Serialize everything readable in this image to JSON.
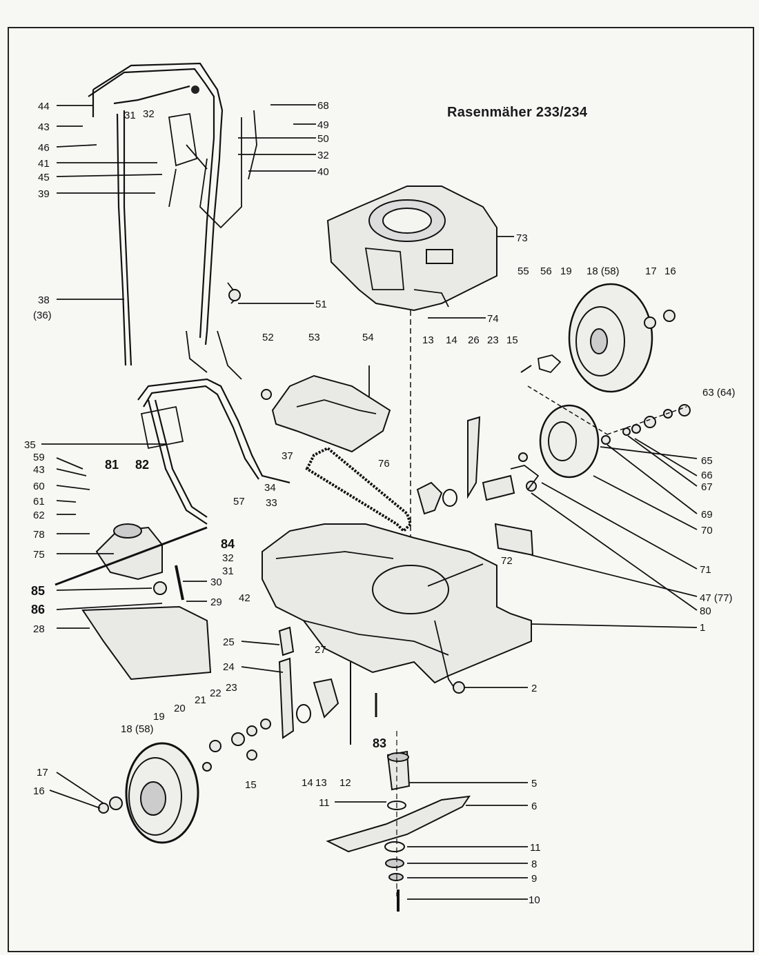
{
  "title": "Rasenmäher 233/234",
  "callouts": [
    {
      "id": "c44",
      "text": "44"
    },
    {
      "id": "c43a",
      "text": "43"
    },
    {
      "id": "c46",
      "text": "46"
    },
    {
      "id": "c41",
      "text": "41"
    },
    {
      "id": "c45",
      "text": "45"
    },
    {
      "id": "c39",
      "text": "39"
    },
    {
      "id": "c31a",
      "text": "31"
    },
    {
      "id": "c32a",
      "text": "32"
    },
    {
      "id": "c68",
      "text": "68"
    },
    {
      "id": "c49",
      "text": "49"
    },
    {
      "id": "c50",
      "text": "50"
    },
    {
      "id": "c32b",
      "text": "32"
    },
    {
      "id": "c40",
      "text": "40"
    },
    {
      "id": "c73",
      "text": "73"
    },
    {
      "id": "c38",
      "text": "38"
    },
    {
      "id": "c36",
      "text": "(36)"
    },
    {
      "id": "c51",
      "text": "51"
    },
    {
      "id": "c74",
      "text": "74"
    },
    {
      "id": "c55",
      "text": "55"
    },
    {
      "id": "c56",
      "text": "56"
    },
    {
      "id": "c19a",
      "text": "19"
    },
    {
      "id": "c18a",
      "text": "18 (58)"
    },
    {
      "id": "c17a",
      "text": "17"
    },
    {
      "id": "c16a",
      "text": "16"
    },
    {
      "id": "c52",
      "text": "52"
    },
    {
      "id": "c53",
      "text": "53"
    },
    {
      "id": "c54",
      "text": "54"
    },
    {
      "id": "c13a",
      "text": "13"
    },
    {
      "id": "c14a",
      "text": "14"
    },
    {
      "id": "c26",
      "text": "26"
    },
    {
      "id": "c23a",
      "text": "23"
    },
    {
      "id": "c15a",
      "text": "15"
    },
    {
      "id": "c63",
      "text": "63 (64)"
    },
    {
      "id": "c35",
      "text": "35"
    },
    {
      "id": "c59",
      "text": "59"
    },
    {
      "id": "c43b",
      "text": "43"
    },
    {
      "id": "c60",
      "text": "60"
    },
    {
      "id": "c61",
      "text": "61"
    },
    {
      "id": "c62",
      "text": "62"
    },
    {
      "id": "c78",
      "text": "78"
    },
    {
      "id": "c75",
      "text": "75"
    },
    {
      "id": "c85",
      "text": "85"
    },
    {
      "id": "c86",
      "text": "86"
    },
    {
      "id": "c28",
      "text": "28"
    },
    {
      "id": "c81",
      "text": "81"
    },
    {
      "id": "c82",
      "text": "82"
    },
    {
      "id": "c37",
      "text": "37"
    },
    {
      "id": "c76",
      "text": "76"
    },
    {
      "id": "c34",
      "text": "34"
    },
    {
      "id": "c33",
      "text": "33"
    },
    {
      "id": "c57",
      "text": "57"
    },
    {
      "id": "c84",
      "text": "84"
    },
    {
      "id": "c32c",
      "text": "32"
    },
    {
      "id": "c31b",
      "text": "31"
    },
    {
      "id": "c42",
      "text": "42"
    },
    {
      "id": "c30",
      "text": "30"
    },
    {
      "id": "c29",
      "text": "29"
    },
    {
      "id": "c72",
      "text": "72"
    },
    {
      "id": "c65",
      "text": "65"
    },
    {
      "id": "c66",
      "text": "66"
    },
    {
      "id": "c67",
      "text": "67"
    },
    {
      "id": "c69",
      "text": "69"
    },
    {
      "id": "c70",
      "text": "70"
    },
    {
      "id": "c71",
      "text": "71"
    },
    {
      "id": "c47",
      "text": "47 (77)"
    },
    {
      "id": "c80",
      "text": "80"
    },
    {
      "id": "c1",
      "text": "1"
    },
    {
      "id": "c25",
      "text": "25"
    },
    {
      "id": "c27",
      "text": "27"
    },
    {
      "id": "c24",
      "text": "24"
    },
    {
      "id": "c2",
      "text": "2"
    },
    {
      "id": "c83",
      "text": "83"
    },
    {
      "id": "c18b",
      "text": "18 (58)"
    },
    {
      "id": "c19b",
      "text": "19"
    },
    {
      "id": "c20",
      "text": "20"
    },
    {
      "id": "c21",
      "text": "21"
    },
    {
      "id": "c22",
      "text": "22"
    },
    {
      "id": "c23b",
      "text": "23"
    },
    {
      "id": "c17b",
      "text": "17"
    },
    {
      "id": "c16b",
      "text": "16"
    },
    {
      "id": "c15b",
      "text": "15"
    },
    {
      "id": "c14b",
      "text": "14"
    },
    {
      "id": "c13b",
      "text": "13"
    },
    {
      "id": "c12",
      "text": "12"
    },
    {
      "id": "c5",
      "text": "5"
    },
    {
      "id": "c11a",
      "text": "11"
    },
    {
      "id": "c6",
      "text": "6"
    },
    {
      "id": "c11b",
      "text": "11"
    },
    {
      "id": "c8",
      "text": "8"
    },
    {
      "id": "c9",
      "text": "9"
    },
    {
      "id": "c10",
      "text": "10"
    }
  ]
}
